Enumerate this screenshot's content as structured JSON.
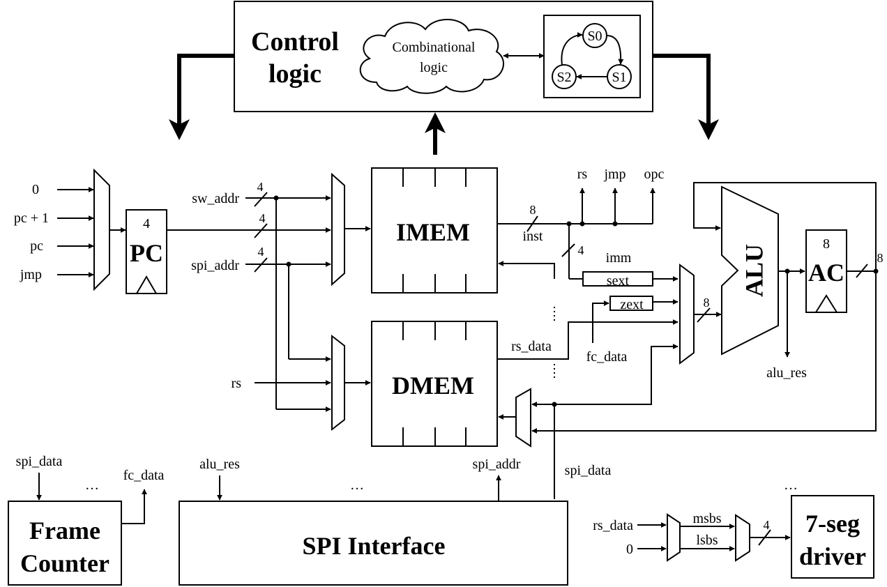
{
  "control": {
    "title_line1": "Control",
    "title_line2": "logic",
    "cloud_line1": "Combinational",
    "cloud_line2": "logic",
    "states": [
      "S0",
      "S1",
      "S2"
    ]
  },
  "pc": {
    "label": "PC",
    "width": "4",
    "mux_inputs": [
      "0",
      "pc + 1",
      "pc",
      "jmp"
    ]
  },
  "imem": {
    "label": "IMEM",
    "addr_inputs": [
      "sw_addr",
      "spi_addr"
    ],
    "bus_widths": [
      "4",
      "4",
      "4"
    ],
    "inst_label": "inst",
    "inst_width": "8",
    "fields": [
      "rs",
      "jmp",
      "opc"
    ],
    "imm_width": "4",
    "imm_label": "imm"
  },
  "dmem": {
    "label": "DMEM",
    "rs_label": "rs",
    "rs_data_label": "rs_data"
  },
  "alu": {
    "label": "ALU",
    "sext_label": "sext",
    "zext_label": "zext",
    "fc_data_label": "fc_data",
    "in_width": "8",
    "res_label": "alu_res"
  },
  "ac": {
    "label": "AC",
    "width": "8",
    "out_width": "8"
  },
  "frame_counter": {
    "line1": "Frame",
    "line2": "Counter",
    "in_label": "spi_data",
    "out_label": "fc_data",
    "ellipsis": "…"
  },
  "spi": {
    "label": "SPI Interface",
    "in_label": "alu_res",
    "addr_label": "spi_addr",
    "data_label": "spi_data",
    "ellipsis": "…"
  },
  "seg": {
    "line1": "7-seg",
    "line2": "driver",
    "in1": "rs_data",
    "in2": "0",
    "msbs": "msbs",
    "lsbs": "lsbs",
    "width": "4",
    "ellipsis": "…"
  }
}
